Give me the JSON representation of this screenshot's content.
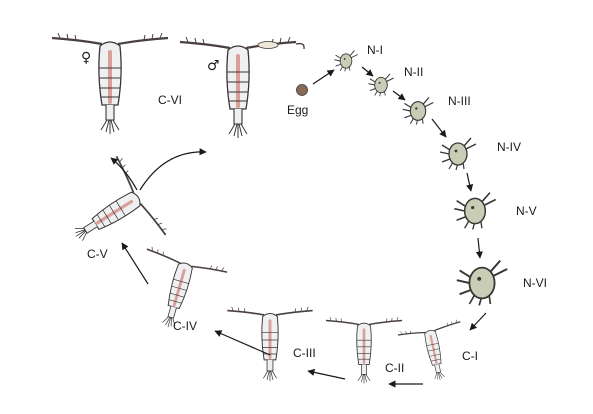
{
  "diagram": {
    "colors": {
      "outline": "#3a3636",
      "antenna": "#4a4040",
      "body_fill": "#eef0f2",
      "stripe": "#d9a09a",
      "nauplius_fill": "#c9cdb5",
      "egg": "#8a6a52",
      "arrow": "#1a1a1a",
      "ovisac": "#efe8d8"
    },
    "stages": {
      "egg": "Egg",
      "n1": "N-I",
      "n2": "N-II",
      "n3": "N-III",
      "n4": "N-IV",
      "n5": "N-V",
      "n6": "N-VI",
      "c1": "C-I",
      "c2": "C-II",
      "c3": "C-III",
      "c4": "C-IV",
      "c5": "C-V",
      "c6": "C-VI"
    },
    "sex_symbols": {
      "female": "♀",
      "male": "♂"
    }
  }
}
